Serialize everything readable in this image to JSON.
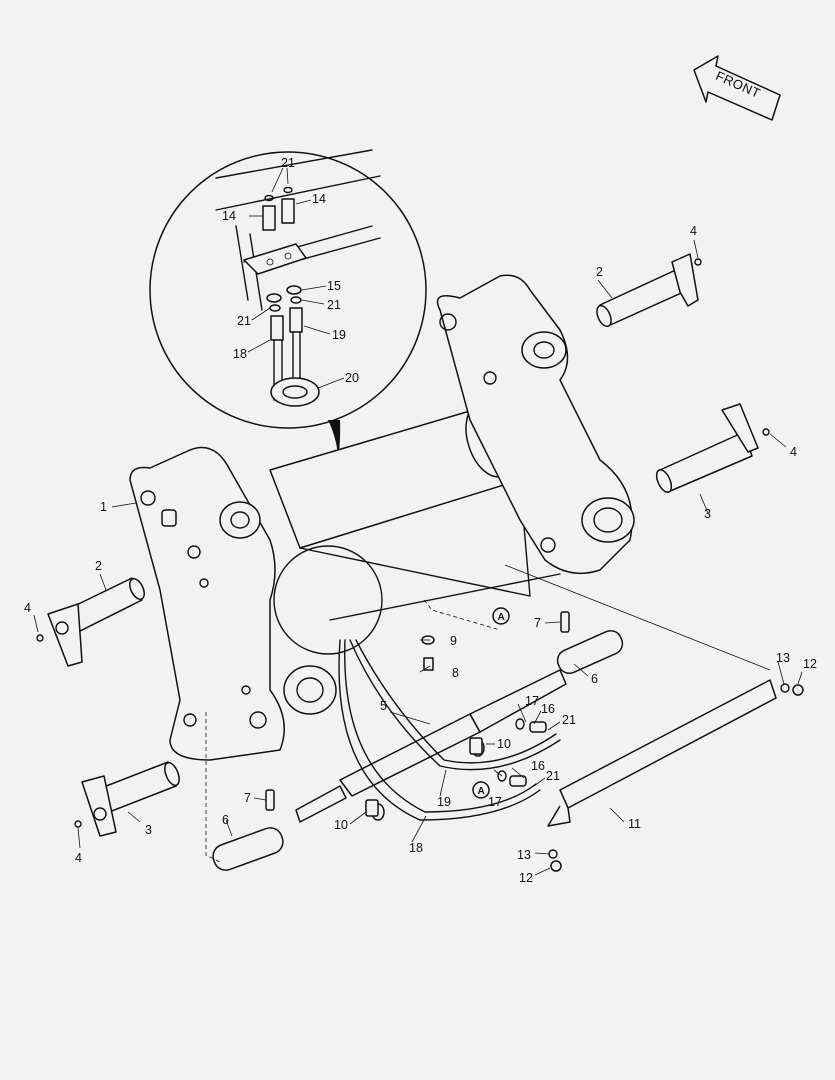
{
  "front_arrow": {
    "label": "FRONT"
  },
  "reference_marker": {
    "label": "A"
  },
  "callouts": {
    "c1": "1",
    "c2a": "2",
    "c2b": "2",
    "c3a": "3",
    "c3b": "3",
    "c4a": "4",
    "c4b": "4",
    "c4c": "4",
    "c4d": "4",
    "c5": "5",
    "c6a": "6",
    "c6b": "6",
    "c7a": "7",
    "c7b": "7",
    "c8": "8",
    "c9": "9",
    "c10a": "10",
    "c10b": "10",
    "c11": "11",
    "c12a": "12",
    "c12b": "12",
    "c13a": "13",
    "c13b": "13",
    "c14a": "14",
    "c14b": "14",
    "c15": "15",
    "c16a": "16",
    "c16b": "16",
    "c17a": "17",
    "c17b": "17",
    "c18a": "18",
    "c18b": "18",
    "c19a": "19",
    "c19b": "19",
    "c20": "20",
    "c21a": "21",
    "c21b": "21",
    "c21c": "21",
    "c21d": "21",
    "c21e": "21"
  }
}
